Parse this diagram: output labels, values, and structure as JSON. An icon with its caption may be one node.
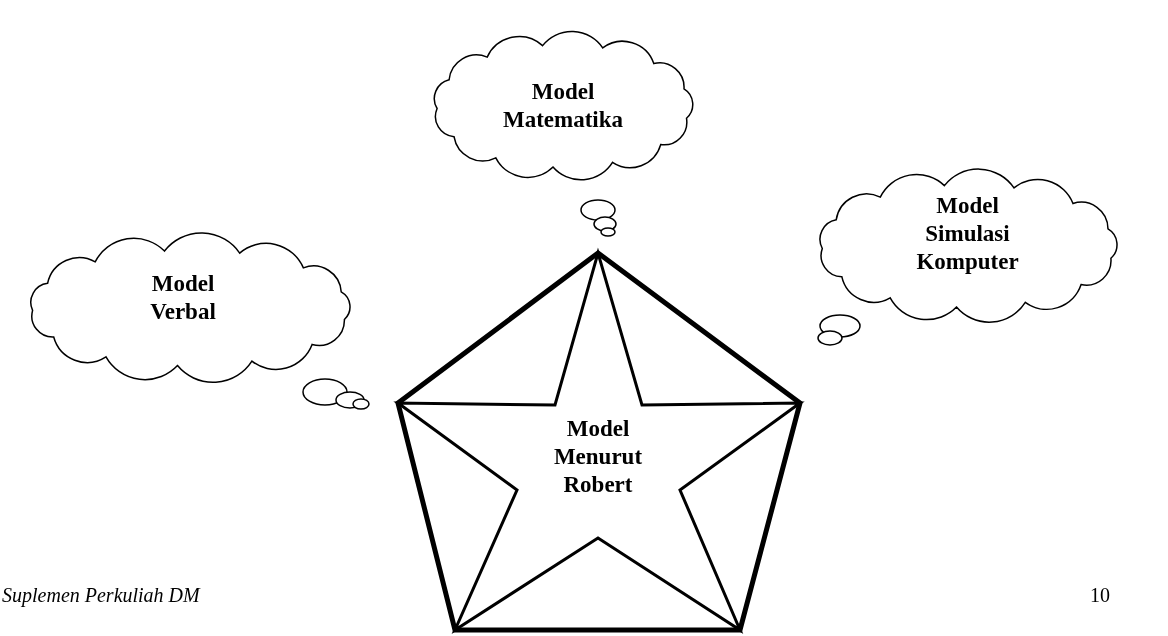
{
  "diagram": {
    "nodes": [
      {
        "text": [
          "Model Matematika"
        ]
      },
      {
        "text": [
          "Model Verbal"
        ]
      },
      {
        "text": [
          "Model Simulasi Komputer"
        ]
      },
      {
        "text": [
          "Model Menurut Robert"
        ]
      }
    ],
    "labels": [
      "Suplemen Perkuliah DM",
      "10"
    ]
  }
}
